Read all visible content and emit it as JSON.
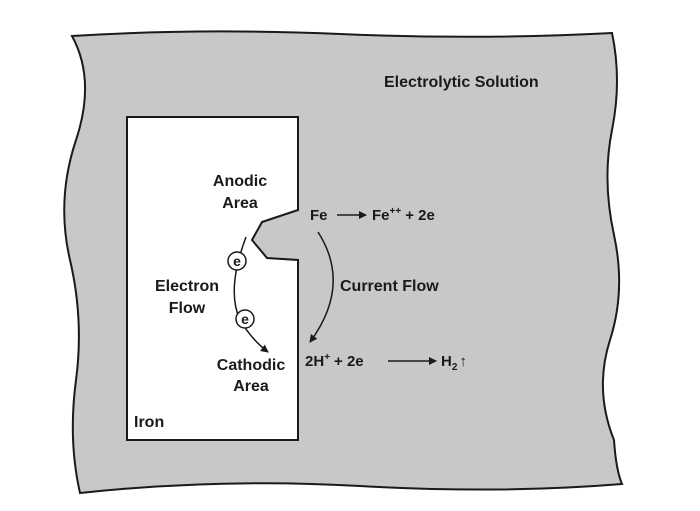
{
  "labels": {
    "solution": "Electrolytic Solution",
    "anodic_line1": "Anodic",
    "anodic_line2": "Area",
    "electron_line1": "Electron",
    "electron_line2": "Flow",
    "cathodic_line1": "Cathodic",
    "cathodic_line2": "Area",
    "iron": "Iron",
    "current_flow": "Current Flow"
  },
  "anodic_reaction": {
    "reactant": "Fe",
    "product": "Fe",
    "charge": "++",
    "rest": "+ 2e"
  },
  "cathodic_reaction": {
    "reactant": "2H",
    "charge": "+",
    "rest": "+ 2e",
    "product": "H",
    "subscript": "2",
    "gas_symbol": "↑"
  },
  "electron_symbol": "e",
  "colors": {
    "solution_fill": "#c8c8c8",
    "iron_fill": "#ffffff",
    "ink": "#1a1a1a"
  }
}
